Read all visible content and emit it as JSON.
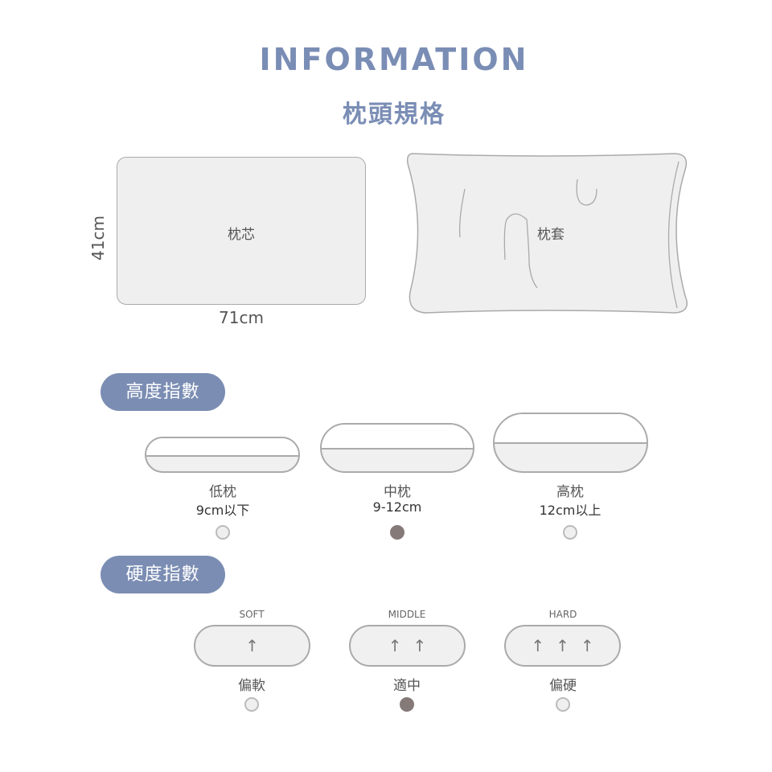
{
  "header": {
    "title": "INFORMATION",
    "subtitle": "枕頭規格"
  },
  "size": {
    "core_label": "枕芯",
    "case_label": "枕套",
    "height": "41cm",
    "width": "71cm"
  },
  "height_index": {
    "heading": "高度指數",
    "options": [
      {
        "name": "低枕",
        "range": "9cm以下",
        "selected": false
      },
      {
        "name": "中枕",
        "range": "9-12cm",
        "selected": true
      },
      {
        "name": "高枕",
        "range": "12cm以上",
        "selected": false
      }
    ]
  },
  "hardness_index": {
    "heading": "硬度指數",
    "options": [
      {
        "level": "SOFT",
        "name": "偏軟",
        "arrows": 1,
        "selected": false
      },
      {
        "level": "MIDDLE",
        "name": "適中",
        "arrows": 2,
        "selected": true
      },
      {
        "level": "HARD",
        "name": "偏硬",
        "arrows": 3,
        "selected": false
      }
    ]
  },
  "colors": {
    "accent": "#7b8db3",
    "selected": "#857a78"
  }
}
